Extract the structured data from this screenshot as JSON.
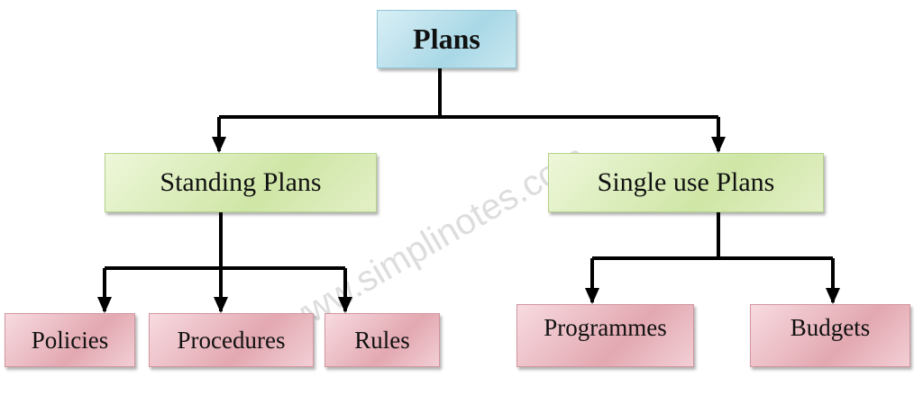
{
  "root": {
    "label": "Plans",
    "color": "#a9d8e6"
  },
  "level1": [
    {
      "label": "Standing Plans",
      "color": "#cfe6a6"
    },
    {
      "label": "Single use Plans",
      "color": "#cfe6a6"
    }
  ],
  "level2": [
    {
      "label": "Policies",
      "parent": "Standing Plans"
    },
    {
      "label": "Procedures",
      "parent": "Standing Plans"
    },
    {
      "label": "Rules",
      "parent": "Standing Plans"
    },
    {
      "label": "Programmes",
      "parent": "Single use Plans"
    },
    {
      "label": "Budgets",
      "parent": "Single use Plans"
    }
  ],
  "level2_color": "#e3a8b1",
  "watermark": "www.simplinotes.com"
}
